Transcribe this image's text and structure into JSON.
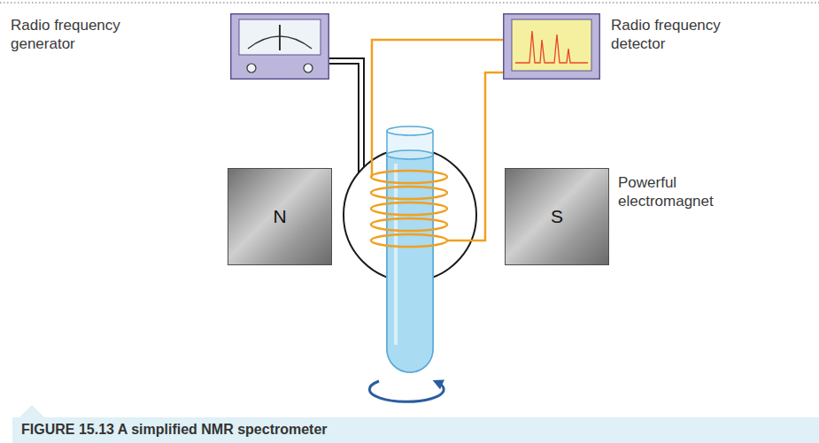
{
  "diagram": {
    "caption": "FIGURE 15.13 A simplified NMR spectrometer",
    "nodes": [
      {
        "text": [
          "Radio frequency generator"
        ]
      },
      {
        "text": [
          "Radio frequency detector"
        ]
      },
      {
        "text": [
          "N"
        ]
      },
      {
        "text": [
          "S",
          "Powerful electromagnet"
        ]
      }
    ]
  }
}
